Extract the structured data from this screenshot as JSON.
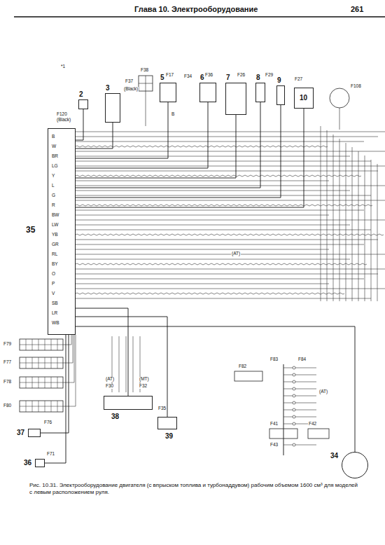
{
  "diagram": {
    "title": "Глава 10. Электрооборудование",
    "caption": "Рис. 10.31. Электрооборудование двигателя (с впрыском топлива и турбонаддувом) рабочим объемом 1600 см³ для моделей с левым расположением руля.",
    "nodes": [
      {
        "text": [
          "35"
        ]
      },
      {
        "text": [
          "2"
        ]
      },
      {
        "text": [
          "3"
        ]
      },
      {
        "text": [
          "5"
        ]
      },
      {
        "text": [
          "6"
        ]
      },
      {
        "text": [
          "7"
        ]
      },
      {
        "text": [
          "8"
        ]
      },
      {
        "text": [
          "9"
        ]
      },
      {
        "text": [
          "10"
        ]
      },
      {
        "text": [
          "38"
        ]
      },
      {
        "text": [
          "39"
        ]
      },
      {
        "text": [
          "37"
        ]
      },
      {
        "text": [
          "36"
        ]
      },
      {
        "text": [
          "34"
        ]
      }
    ],
    "edges": [
      {
        "from": 1,
        "to": 0,
        "arrow": "none"
      },
      {
        "from": 2,
        "to": 0,
        "arrow": "none"
      },
      {
        "from": 3,
        "to": 0,
        "arrow": "none"
      },
      {
        "from": 4,
        "to": 0,
        "arrow": "none"
      },
      {
        "from": 5,
        "to": 0,
        "arrow": "none"
      },
      {
        "from": 6,
        "to": 0,
        "arrow": "none"
      },
      {
        "from": 7,
        "to": 0,
        "arrow": "none"
      },
      {
        "from": 8,
        "to": 0,
        "arrow": "none"
      },
      {
        "from": 9,
        "to": 0,
        "arrow": "none"
      },
      {
        "from": 10,
        "to": 0,
        "arrow": "none"
      },
      {
        "from": 11,
        "to": 0,
        "arrow": "none"
      },
      {
        "from": 12,
        "to": 0,
        "arrow": "none"
      },
      {
        "from": 13,
        "to": 0,
        "arrow": "none"
      }
    ],
    "labels": [
      "261",
      "*1",
      "F120",
      "(Black)",
      "F37",
      "(Black)",
      "F38",
      "F17",
      "F34",
      "F36",
      "F26",
      "F29",
      "F27",
      "F108",
      "F82",
      "F83",
      "F84",
      "F41",
      "F42",
      "F43",
      "F79",
      "F77",
      "F78",
      "F80",
      "F76",
      "F71",
      "F30",
      "F32",
      "F35",
      "(AT)",
      "(MT)",
      "(AT)",
      "(AT)",
      "B",
      "W",
      "BR",
      "LG",
      "Y",
      "L",
      "G",
      "R",
      "BW",
      "LW",
      "YB",
      "GR",
      "RL",
      "BY",
      "O",
      "P",
      "V",
      "SB",
      "LR",
      "WB",
      "B"
    ]
  }
}
